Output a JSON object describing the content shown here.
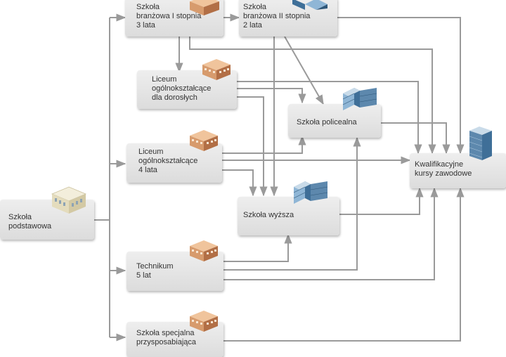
{
  "colors": {
    "box": "#e6e6e6",
    "arrow": "#9a9a9a",
    "text": "#333333",
    "brick": "#d79b6d",
    "brick_dark": "#b26f46",
    "glass": "#3f6f98",
    "glass_light": "#8fb6d6",
    "cream": "#e9e2c6"
  },
  "nodes": {
    "szkola_podstawowa": {
      "lines": [
        "Szkoła",
        "podstawowa"
      ],
      "icon": "school-building-icon"
    },
    "branzowa_1": {
      "lines": [
        "Szkoła",
        "branżowa I stopnia",
        "3 lata"
      ],
      "icon": "brick-building-icon"
    },
    "branzowa_2": {
      "lines": [
        "Szkoła",
        "branżowa II stopnia",
        "2 lata"
      ],
      "icon": "glass-building-icon"
    },
    "liceum_doroslych": {
      "lines": [
        "Liceum",
        "ogólnokształcące",
        "dla dorosłych"
      ],
      "icon": "brick-building-icon"
    },
    "liceum_4": {
      "lines": [
        "Liceum",
        "ogólnokształcące",
        "4 lata"
      ],
      "icon": "brick-building-icon"
    },
    "policealna": {
      "lines": [
        "Szkoła policealna"
      ],
      "icon": "glass-building-icon"
    },
    "wyzsza": {
      "lines": [
        "Szkoła wyższa"
      ],
      "icon": "glass-building-icon"
    },
    "kursy": {
      "lines": [
        "Kwalifikacyjne",
        "kursy zawodowe"
      ],
      "icon": "glass-tower-icon"
    },
    "technikum": {
      "lines": [
        "Technikum",
        "5 lat"
      ],
      "icon": "brick-building-icon"
    },
    "specjalna": {
      "lines": [
        "Szkoła specjalna",
        "przysposabiająca"
      ],
      "icon": "brick-building-icon"
    }
  }
}
